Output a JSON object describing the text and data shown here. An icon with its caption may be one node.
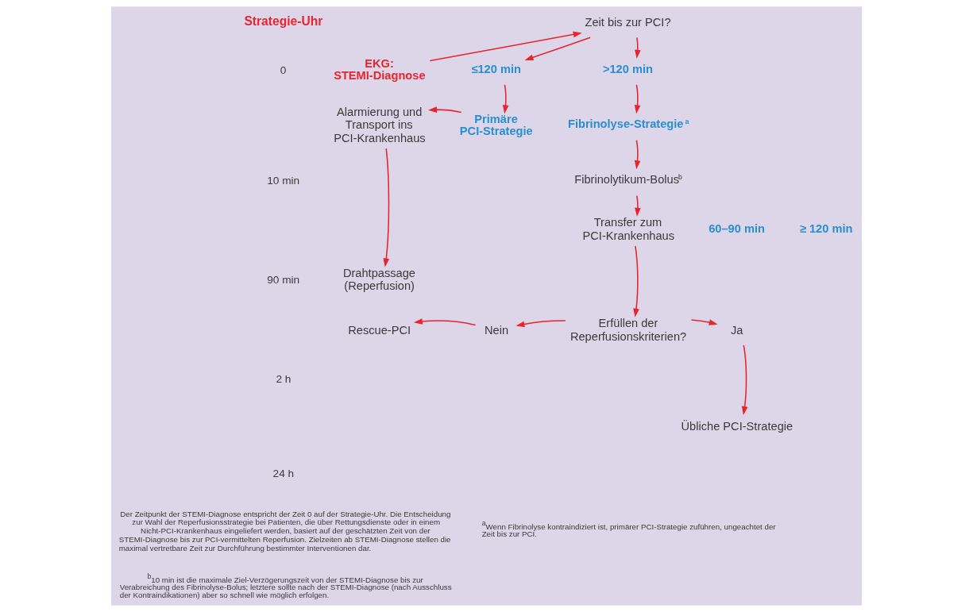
{
  "diagram": {
    "nodes": [
      {
        "text": [
          "EKG: STEMI-Diagnose"
        ]
      },
      {
        "text": [
          "Zeit bis zur PCI?"
        ]
      },
      {
        "text": [
          "≤120 min"
        ]
      },
      {
        "text": [
          ">120 min"
        ]
      },
      {
        "text": [
          "Primäre PCI-Strategie"
        ]
      },
      {
        "text": [
          "Alarmierung und Transport ins PCI-Krankenhaus"
        ]
      },
      {
        "text": [
          "Drahtpassage (Reperfusion)"
        ]
      },
      {
        "text": [
          "Fibrinolyse-Strategie$^{a}$"
        ]
      },
      {
        "text": [
          "Fibrinolytikum-Bolus$^{b}$"
        ]
      },
      {
        "text": [
          "Transfer zum PCI-Krankenhaus"
        ]
      },
      {
        "text": [
          "Erfüllen der Reperfusionskriterien?"
        ]
      },
      {
        "text": [
          "Nein"
        ]
      },
      {
        "text": [
          "Rescue-PCI"
        ]
      },
      {
        "text": [
          "Ja"
        ]
      },
      {
        "text": [
          "Übliche PCI-Strategie"
        ]
      }
    ],
    "edges": [
      {
        "from": 0,
        "to": 1,
        "arrow": "to"
      },
      {
        "from": 1,
        "to": 2,
        "arrow": "to"
      },
      {
        "from": 1,
        "to": 3,
        "arrow": "to"
      },
      {
        "from": 2,
        "to": 4,
        "arrow": "to"
      },
      {
        "from": 3,
        "to": 7,
        "arrow": "to"
      },
      {
        "from": 4,
        "to": 5,
        "arrow": "to"
      },
      {
        "from": 5,
        "to": 6,
        "arrow": "to"
      },
      {
        "from": 7,
        "to": 8,
        "arrow": "to"
      },
      {
        "from": 8,
        "to": 9,
        "arrow": "to"
      },
      {
        "from": 9,
        "to": 10,
        "arrow": "to"
      },
      {
        "from": 10,
        "to": 11,
        "arrow": "to"
      },
      {
        "from": 11,
        "to": 12,
        "arrow": "to"
      },
      {
        "from": 10,
        "to": 13,
        "arrow": "to"
      },
      {
        "from": 13,
        "to": 14,
        "arrow": "to"
      }
    ],
    "labels": [
      "Strategie-Uhr",
      "0",
      "10 min",
      "90 min",
      "2 h",
      "24 h",
      "60–90 min",
      "≥ 120 min",
      "Der Zeitpunkt der STEMI-Diagnose entspricht der Zeit 0 auf der Strategie-Uhr. Die Entscheidung zur Wahl der Reperfusionsstrategie bei Patienten, die über Rettungsdienste oder in einem Nicht-PCI-Krankenhaus eingeliefert werden, basiert auf der geschätzten Zeit von der STEMI-Diagnose bis zur PCI-vermittelten Reperfusion. Zielzeiten ab STEMI-Diagnose stellen die maximal vertretbare Zeit zur Durchführung bestimmter Interventionen dar.",
      "$^{a}$Wenn Fibrinolyse kontraindiziert ist, primärer PCI-Strategie zuführen, ungeachtet der Zeit bis zur PCI.",
      "$^{b}$10 min ist die maximale Ziel-Verzögerungszeit von der STEMI-Diagnose bis zur Verabreichung des Fibrinolyse-Bolus; letztere sollte nach der STEMI-Diagnose (nach Ausschluss der Kontraindikationen) aber so schnell wie möglich erfolgen."
    ]
  }
}
